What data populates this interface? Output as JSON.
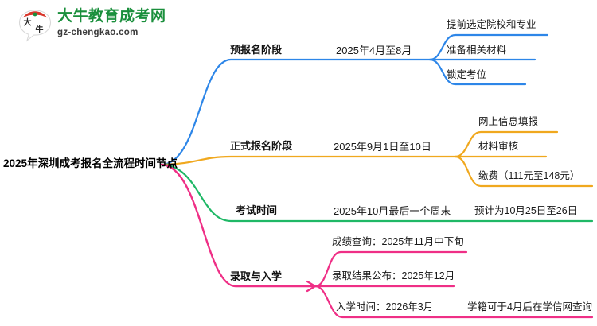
{
  "logo": {
    "mark_icon": "bull-head-speech-bubble-icon",
    "cn_name": "大牛教育成考网",
    "en_name": "gz-chengkao.com",
    "brand_green": "#1a8f3c",
    "brand_red": "#d8352a"
  },
  "mindmap": {
    "root": {
      "label": "2025年深圳成考报名全流程时间节点"
    },
    "branches": [
      {
        "color": "#2d86e8",
        "label": "预报名阶段",
        "stage": "2025年4月至8月",
        "items": [
          "提前选定院校和专业",
          "准备相关材料",
          "锁定考位"
        ]
      },
      {
        "color": "#f0a81e",
        "label": "正式报名阶段",
        "stage": "2025年9月1日至10日",
        "items": [
          "网上信息填报",
          "材料审核",
          "缴费（111元至148元）"
        ]
      },
      {
        "color": "#1fb866",
        "label": "考试时间",
        "stage": "2025年10月最后一个周末",
        "items": [
          "预计为10月25日至26日"
        ]
      },
      {
        "color": "#ef2f86",
        "label": "录取与入学",
        "stage": "",
        "items": [
          "成绩查询：2025年11月中下旬",
          "录取结果公布：2025年12月",
          "入学时间：2026年3月"
        ],
        "leaf": "学籍可于4月后在学信网查询"
      }
    ]
  }
}
